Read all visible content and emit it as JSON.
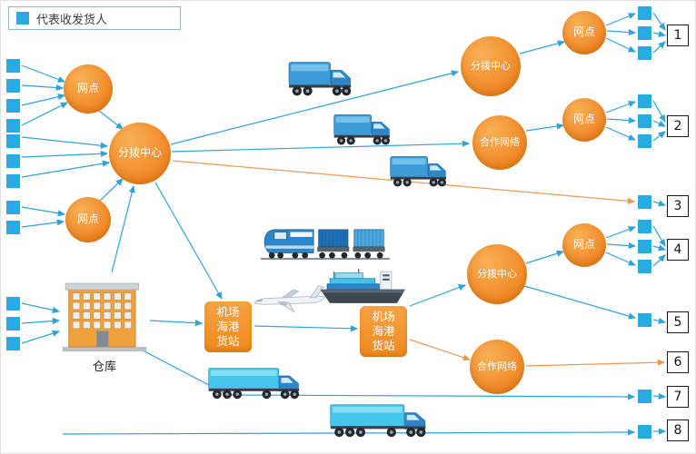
{
  "legend": {
    "label": "代表收发货人"
  },
  "labels": {
    "wangdian": "网点",
    "fenbo_zhongxin": "分拨中心",
    "hezuo_wangluo": "合作网络",
    "cangku": "仓库"
  },
  "cargo_terminal": {
    "line1": "机场",
    "line2": "海港",
    "line3": "货站"
  },
  "endpoints": [
    "1",
    "2",
    "3",
    "4",
    "5",
    "6",
    "7",
    "8"
  ],
  "colors": {
    "shipper_square": "#29abe2",
    "node_orange": "#ee8422",
    "line_blue": "#2ea3dc",
    "line_orange": "#f0964e"
  },
  "icons": [
    "truck-icon",
    "train-icon",
    "airplane-icon",
    "ship-icon",
    "warehouse-icon",
    "shipper-square",
    "consignee-square"
  ]
}
